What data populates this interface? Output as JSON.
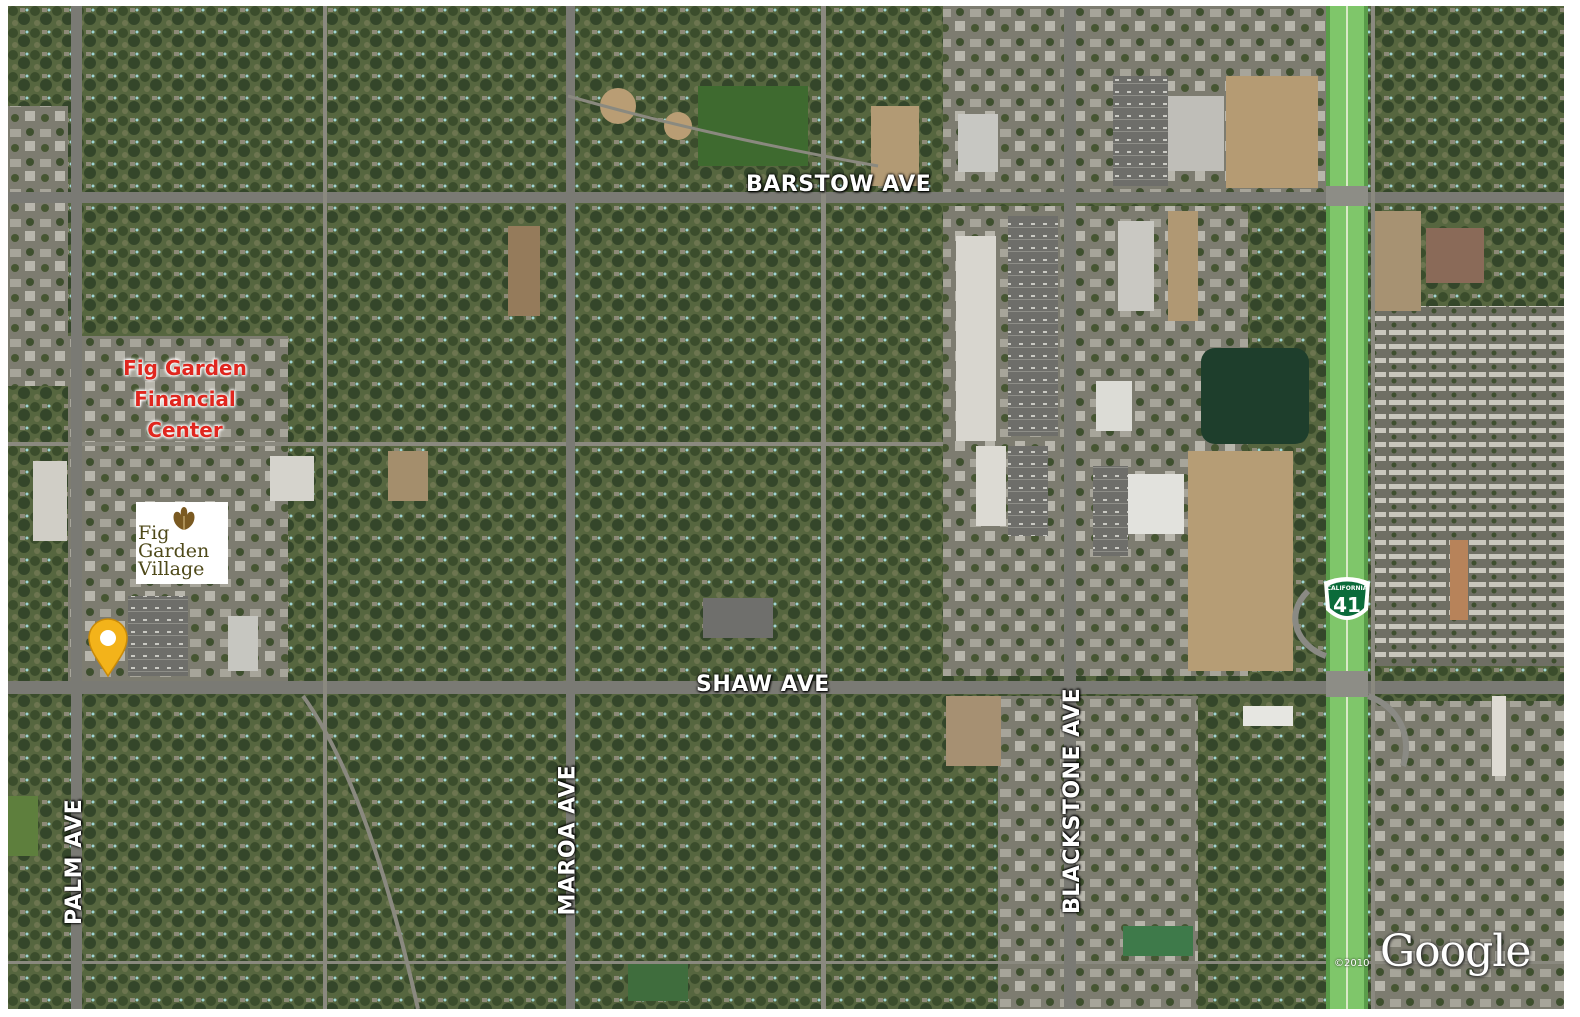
{
  "streets": {
    "barstow": "BARSTOW AVE",
    "shaw": "SHAW AVE",
    "palm": "PALM AVE",
    "maroa": "MAROA AVE",
    "blackstone": "BLACKSTONE AVE"
  },
  "landmark": {
    "line1": "Fig Garden",
    "line2": "Financial",
    "line3": "Center",
    "color": "#e0261e"
  },
  "village_logo": {
    "line1": "Fig",
    "line2": "Garden",
    "line3": "Village"
  },
  "highway": {
    "state": "CALIFORNIA",
    "number": "41",
    "color": "#0b6b3a"
  },
  "pin": {
    "color": "#f3b31a"
  },
  "attribution": {
    "copyright": "©2010",
    "brand": "Google"
  }
}
